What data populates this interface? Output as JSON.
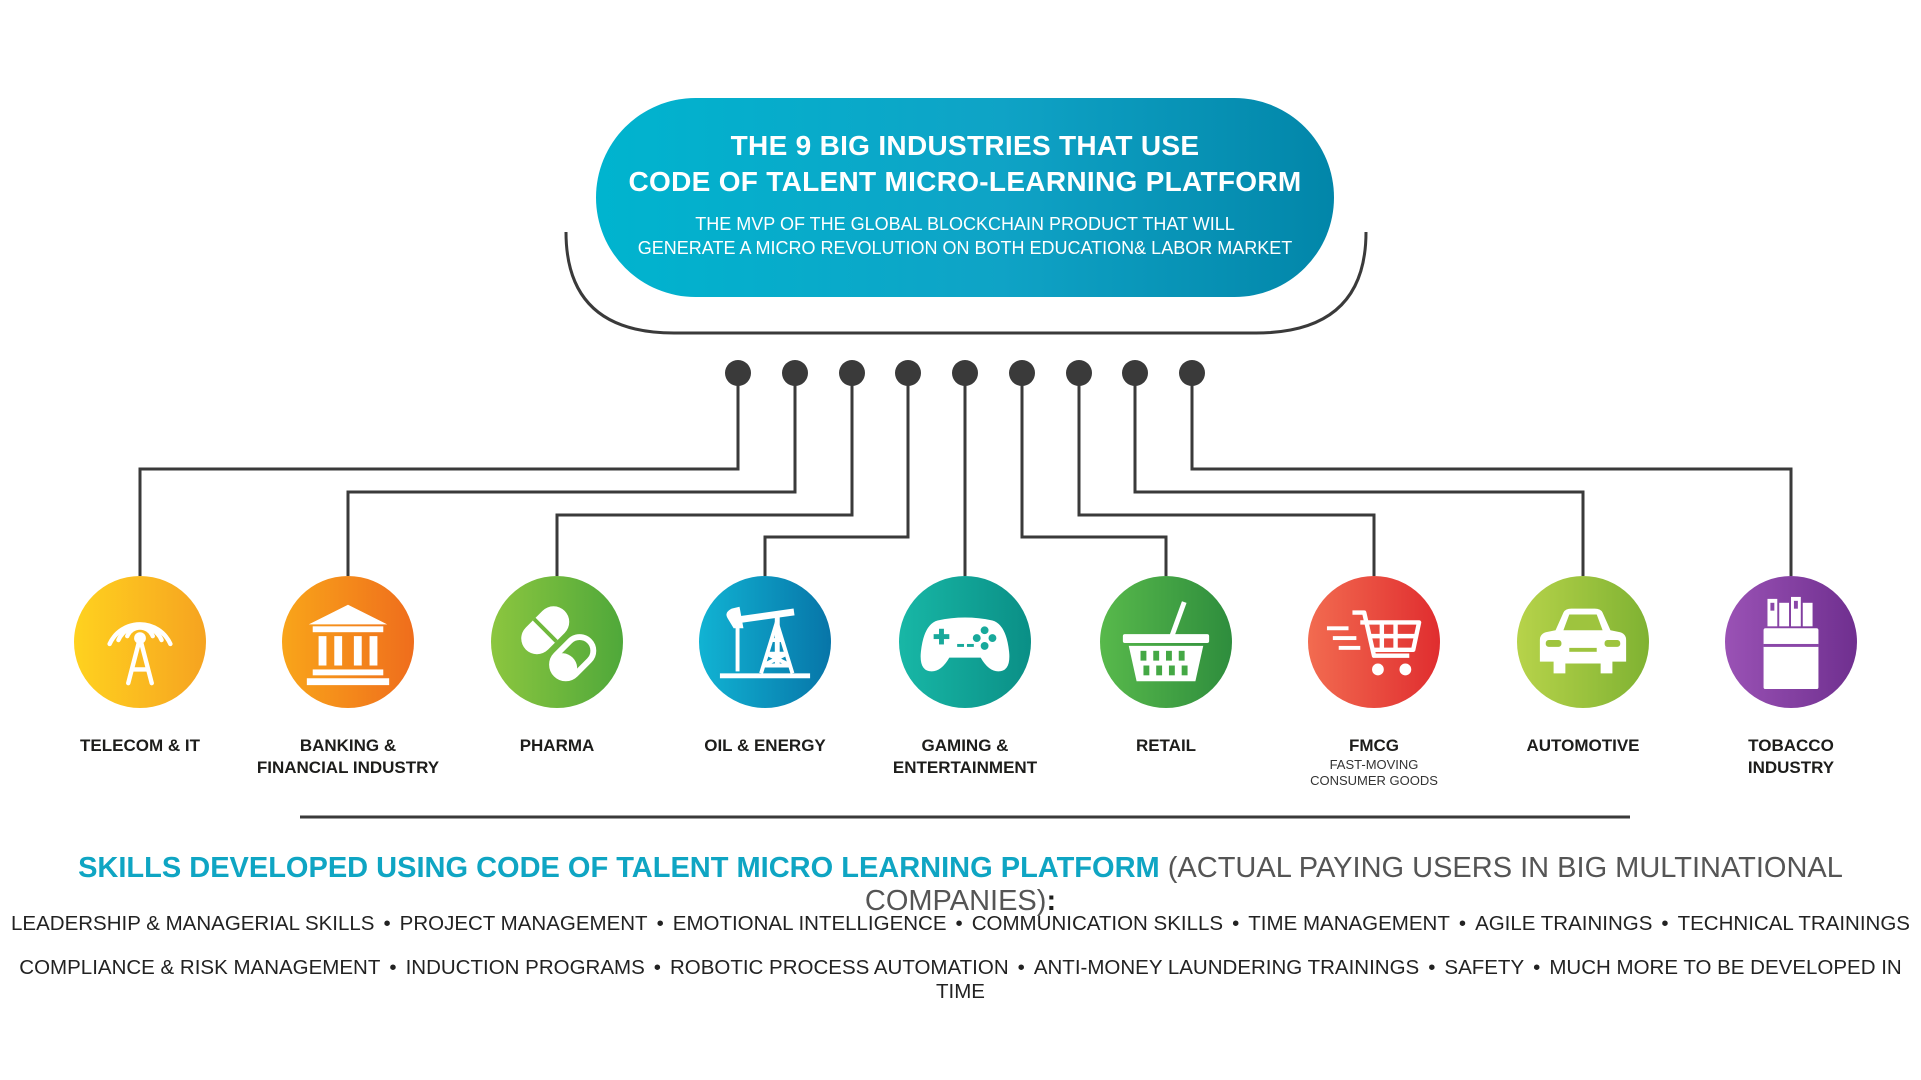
{
  "header": {
    "title_line1": "THE 9 BIG INDUSTRIES THAT USE",
    "title_line2": "CODE OF TALENT MICRO-LEARNING PLATFORM",
    "subtitle_line1": "THE MVP OF THE GLOBAL BLOCKCHAIN PRODUCT THAT WILL",
    "subtitle_line2": "GENERATE A MICRO REVOLUTION ON BOTH EDUCATION& LABOR MARKET"
  },
  "industries": [
    {
      "label_line1": "TELECOM & IT",
      "label_line2": "",
      "sublabel_line1": "",
      "sublabel_line2": "",
      "icon": "antenna-icon",
      "color_from": "#ffd21f",
      "color_to": "#f6a320"
    },
    {
      "label_line1": "BANKING &",
      "label_line2": "FINANCIAL INDUSTRY",
      "sublabel_line1": "",
      "sublabel_line2": "",
      "icon": "bank-icon",
      "color_from": "#f9a51a",
      "color_to": "#ef6d1c"
    },
    {
      "label_line1": "PHARMA",
      "label_line2": "",
      "sublabel_line1": "",
      "sublabel_line2": "",
      "icon": "pills-icon",
      "color_from": "#8cc63f",
      "color_to": "#4fa83a"
    },
    {
      "label_line1": "OIL & ENERGY",
      "label_line2": "",
      "sublabel_line1": "",
      "sublabel_line2": "",
      "icon": "oil-pump-icon",
      "color_from": "#11b3d3",
      "color_to": "#0775a8"
    },
    {
      "label_line1": "GAMING &",
      "label_line2": "ENTERTAINMENT",
      "sublabel_line1": "",
      "sublabel_line2": "",
      "icon": "gamepad-icon",
      "color_from": "#18b7a6",
      "color_to": "#0a8f86"
    },
    {
      "label_line1": "RETAIL",
      "label_line2": "",
      "sublabel_line1": "",
      "sublabel_line2": "",
      "icon": "basket-icon",
      "color_from": "#58b94b",
      "color_to": "#2e8d3d"
    },
    {
      "label_line1": "FMCG",
      "label_line2": "",
      "sublabel_line1": "FAST-MOVING",
      "sublabel_line2": "CONSUMER GOODS",
      "icon": "shopping-cart-icon",
      "color_from": "#f26b50",
      "color_to": "#e02d2f"
    },
    {
      "label_line1": "AUTOMOTIVE",
      "label_line2": "",
      "sublabel_line1": "",
      "sublabel_line2": "",
      "icon": "car-icon",
      "color_from": "#b7d34a",
      "color_to": "#7fb232"
    },
    {
      "label_line1": "TOBACCO",
      "label_line2": "INDUSTRY",
      "sublabel_line1": "",
      "sublabel_line2": "",
      "icon": "cigarettes-icon",
      "color_from": "#9a52b5",
      "color_to": "#6f2f8f"
    }
  ],
  "skills": {
    "heading": "SKILLS DEVELOPED USING CODE OF TALENT MICRO LEARNING PLATFORM",
    "heading_paren": "(ACTUAL PAYING USERS IN BIG MULTINATIONAL COMPANIES)",
    "heading_colon": ":",
    "line1": [
      "LEADERSHIP & MANAGERIAL SKILLS",
      "PROJECT MANAGEMENT",
      "EMOTIONAL INTELLIGENCE",
      "COMMUNICATION SKILLS",
      "TIME MANAGEMENT",
      "AGILE TRAININGS",
      "TECHNICAL TRAININGS"
    ],
    "line2": [
      "COMPLIANCE & RISK MANAGEMENT",
      "INDUCTION PROGRAMS",
      "ROBOTIC PROCESS AUTOMATION",
      "ANTI-MONEY LAUNDERING TRAININGS",
      "SAFETY",
      "MUCH MORE TO BE DEVELOPED IN TIME"
    ]
  }
}
